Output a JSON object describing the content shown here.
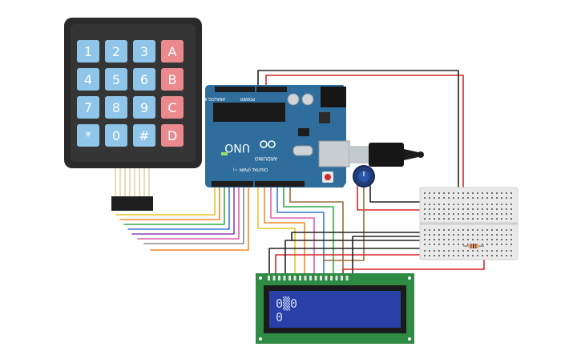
{
  "keypad": {
    "keys": [
      [
        "1",
        "2",
        "3",
        "A"
      ],
      [
        "4",
        "5",
        "6",
        "B"
      ],
      [
        "7",
        "8",
        "9",
        "C"
      ],
      [
        "*",
        "0",
        "#",
        "D"
      ]
    ],
    "colors": {
      "number": "#8ec5e8",
      "letter": "#ea8a8f",
      "body": "#2a2a2a"
    }
  },
  "arduino": {
    "board_label": "UNO",
    "brand": "ARDUINO",
    "digital_label": "DIGITAL (PWM ~)",
    "analog_label": "ANALOG IN",
    "power_label": "POWER",
    "color": "#2f6d9c"
  },
  "lcd": {
    "lines": [
      "0▒0",
      "0"
    ],
    "colors": {
      "pcb": "#2f8b44",
      "screen": "#2840a8",
      "text": "#d6ddf5"
    }
  },
  "wire_colors": {
    "power": "#d62828",
    "ground": "#222222",
    "orange": "#f08a24",
    "yellow": "#e7c42a",
    "green": "#35a84a",
    "blue": "#3978d0",
    "purple": "#8a3fb8",
    "pink": "#e05fb0",
    "gray": "#8a8a8a",
    "brown": "#9b6a3c"
  }
}
